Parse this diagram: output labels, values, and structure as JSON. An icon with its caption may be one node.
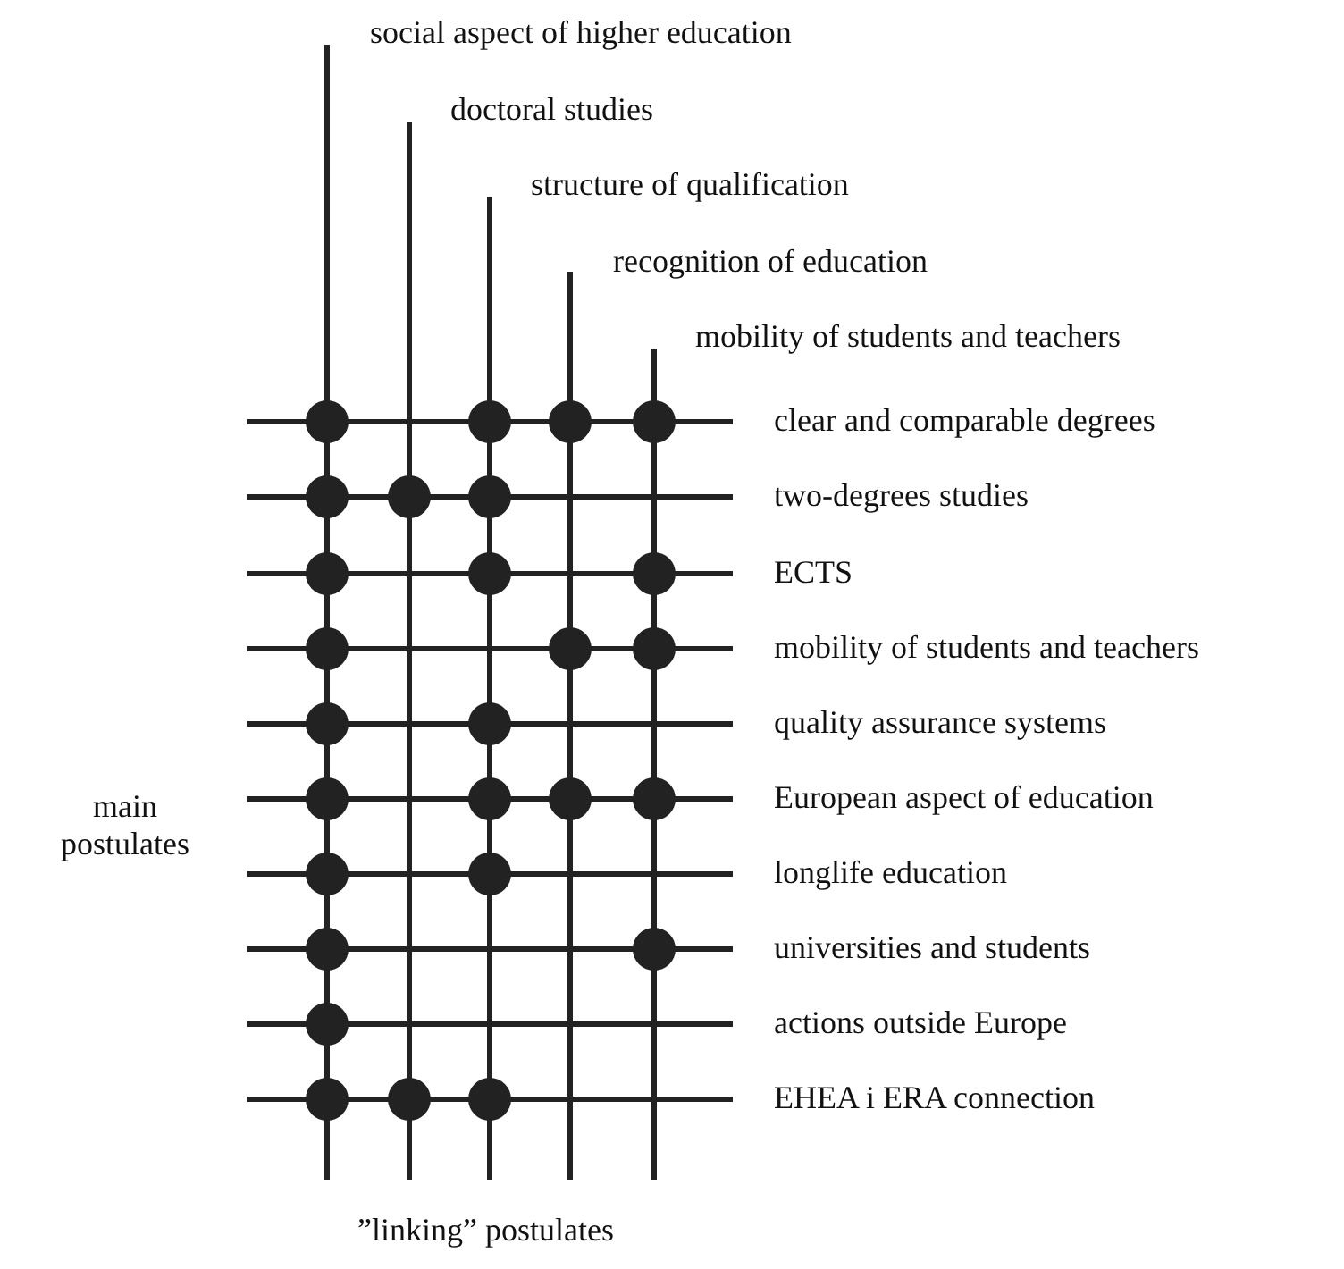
{
  "diagram": {
    "labels": [
      "social aspect of higher education",
      "doctoral studies",
      "structure of qualification",
      "recognition of education",
      "mobility of students and teachers",
      "clear and comparable degrees",
      "two-degrees studies",
      "ECTS",
      "mobility of students and teachers",
      "main postulates",
      "quality assurance systems",
      "European aspect of education",
      "longlife education",
      "universities and students",
      "actions outside Europe",
      "EHEA i ERA connection",
      "”linking” postulates"
    ]
  }
}
